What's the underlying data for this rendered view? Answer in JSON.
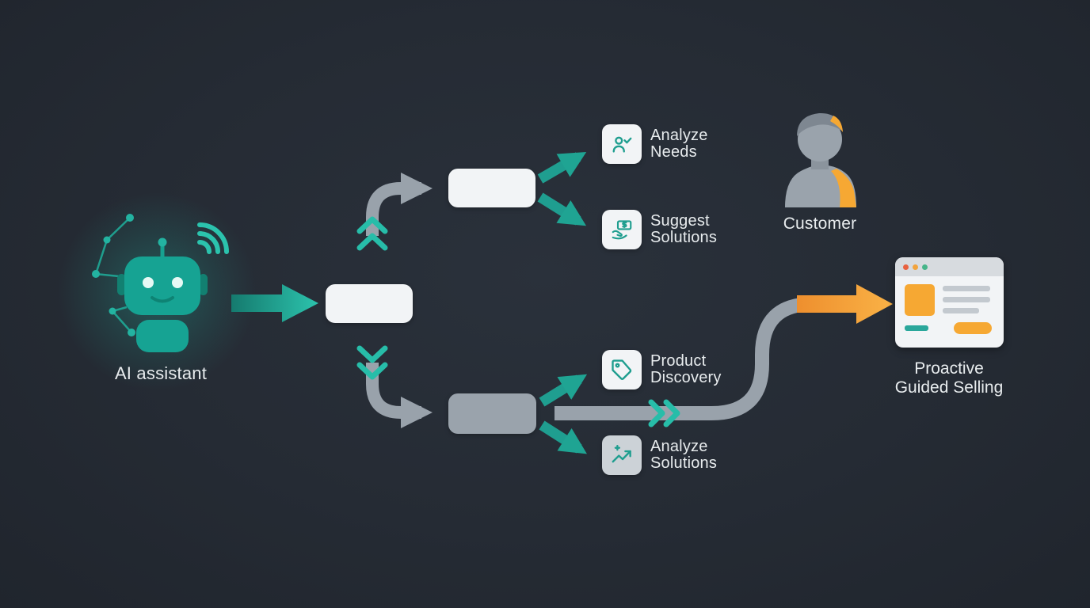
{
  "diagram": {
    "ai": {
      "label": "AI assistant",
      "icon": "robot-icon"
    },
    "customer": {
      "label": "Customer",
      "icon": "person-bust-icon"
    },
    "outcome": {
      "label_line1": "Proactive",
      "label_line2": "Guided Selling",
      "icon": "browser-window-icon"
    },
    "steps": {
      "top_branch": [
        {
          "line1": "Analyze",
          "line2": "Needs",
          "icon": "person-check-icon"
        },
        {
          "line1": "Suggest",
          "line2": "Solutions",
          "icon": "hand-dollar-icon"
        }
      ],
      "bottom_branch": [
        {
          "line1": "Product",
          "line2": "Discovery",
          "icon": "price-tag-icon"
        },
        {
          "line1": "Analyze",
          "line2": "Solutions",
          "icon": "trend-chart-icon"
        }
      ]
    },
    "colors": {
      "background": "#252b34",
      "teal": "#1fa493",
      "teal_bright": "#2cc3ad",
      "gray": "#99a2ab",
      "orange": "#f6a833",
      "node_white": "#f2f4f6",
      "node_gray": "#9aa3ac",
      "text": "#e8ecee"
    }
  }
}
